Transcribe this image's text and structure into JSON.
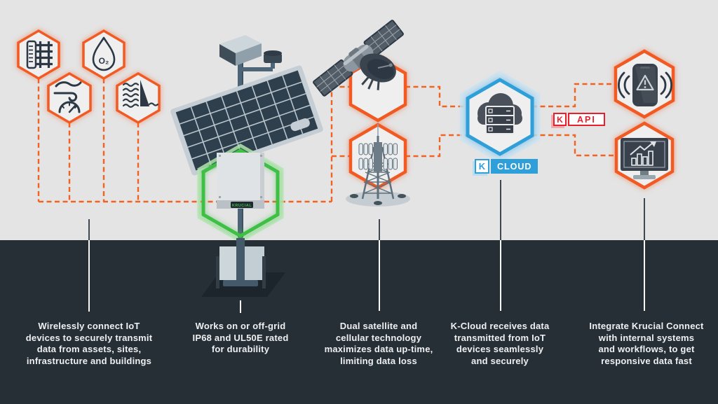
{
  "palette": {
    "accent_orange": "#f15a24",
    "accent_blue": "#2e9fd9",
    "accent_green": "#3fbf44",
    "accent_red": "#e8202e",
    "bg_light": "#e4e4e5",
    "bg_dark": "#262e36",
    "icon_dark": "#2c3945",
    "caption_text": "#eef0f1"
  },
  "sensors": {
    "o2_label": "O₂"
  },
  "station": {
    "device_label": "KRUCIAL"
  },
  "badges": {
    "kcloud": {
      "k": "K",
      "label": "CLOUD"
    },
    "kapi": {
      "k": "K",
      "label": "API"
    }
  },
  "captions": [
    {
      "text": "Wirelessly connect IoT\ndevices to securely transmit\ndata from assets, sites,\ninfrastructure and buildings"
    },
    {
      "text": "Works on or off-grid\nIP68 and UL50E rated\nfor durability"
    },
    {
      "text": "Dual satellite and\ncellular technology\nmaximizes data up-time,\nlimiting data loss"
    },
    {
      "text": "K-Cloud receives data\ntransmitted from IoT\ndevices seamlessly\nand securely"
    },
    {
      "text": "Integrate Krucial Connect\nwith internal systems\nand workflows, to get\nresponsive data fast"
    }
  ]
}
